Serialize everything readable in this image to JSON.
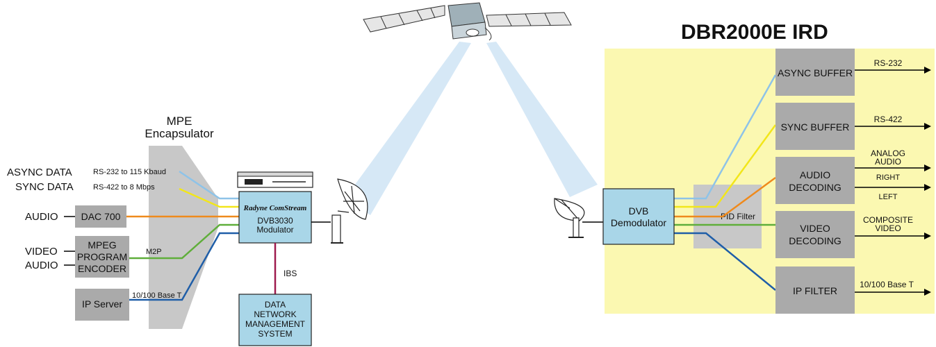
{
  "title": "DBR2000E IRD",
  "colors": {
    "ird_background": "#fbf8b1",
    "gray_box": "#aaaaaa",
    "blue_box": "#a9d6e8",
    "beam": "#d6e8f6",
    "async_line": "#8ec3e8",
    "sync_line": "#f2e61a",
    "audio_line": "#ef8a1c",
    "video_line": "#5fae3a",
    "ip_line": "#1f5ea8",
    "ibs_line": "#9e1b4e"
  },
  "encapsulator": {
    "line1": "MPE",
    "line2": "Encapsulator"
  },
  "inputs": {
    "async_data": "ASYNC DATA",
    "async_rate": "RS-232 to 115 Kbaud",
    "sync_data": "SYNC DATA",
    "sync_rate": "RS-422 to 8 Mbps",
    "audio": "AUDIO",
    "video": "VIDEO",
    "audio2": "AUDIO"
  },
  "dac": {
    "label": "DAC 700"
  },
  "mpeg": {
    "line1": "MPEG",
    "line2": "PROGRAM",
    "line3": "ENCODER",
    "out_label": "M2P"
  },
  "ip_server": {
    "label": "IP Server",
    "out_label": "10/100 Base T"
  },
  "modulator": {
    "brand": "Radyne ComStream",
    "line1": "DVB3030",
    "line2": "Modulator"
  },
  "ibs": {
    "label": "IBS"
  },
  "dnms": {
    "line1": "DATA",
    "line2": "NETWORK",
    "line3": "MANAGEMENT",
    "line4": "SYSTEM"
  },
  "demodulator": {
    "line1": "DVB",
    "line2": "Demodulator"
  },
  "pid_filter": {
    "label": "PID Filter"
  },
  "ird_blocks": {
    "async_buffer": "ASYNC BUFFER",
    "sync_buffer": "SYNC BUFFER",
    "audio_decoding": {
      "line1": "AUDIO",
      "line2": "DECODING"
    },
    "video_decoding": {
      "line1": "VIDEO",
      "line2": "DECODING"
    },
    "ip_filter": "IP FILTER"
  },
  "outputs": {
    "rs232": "RS-232",
    "rs422": "RS-422",
    "analog_audio": {
      "line1": "ANALOG",
      "line2": "AUDIO"
    },
    "right": "RIGHT",
    "left": "LEFT",
    "composite_video": {
      "line1": "COMPOSITE",
      "line2": "VIDEO"
    },
    "ethernet": "10/100 Base T"
  }
}
